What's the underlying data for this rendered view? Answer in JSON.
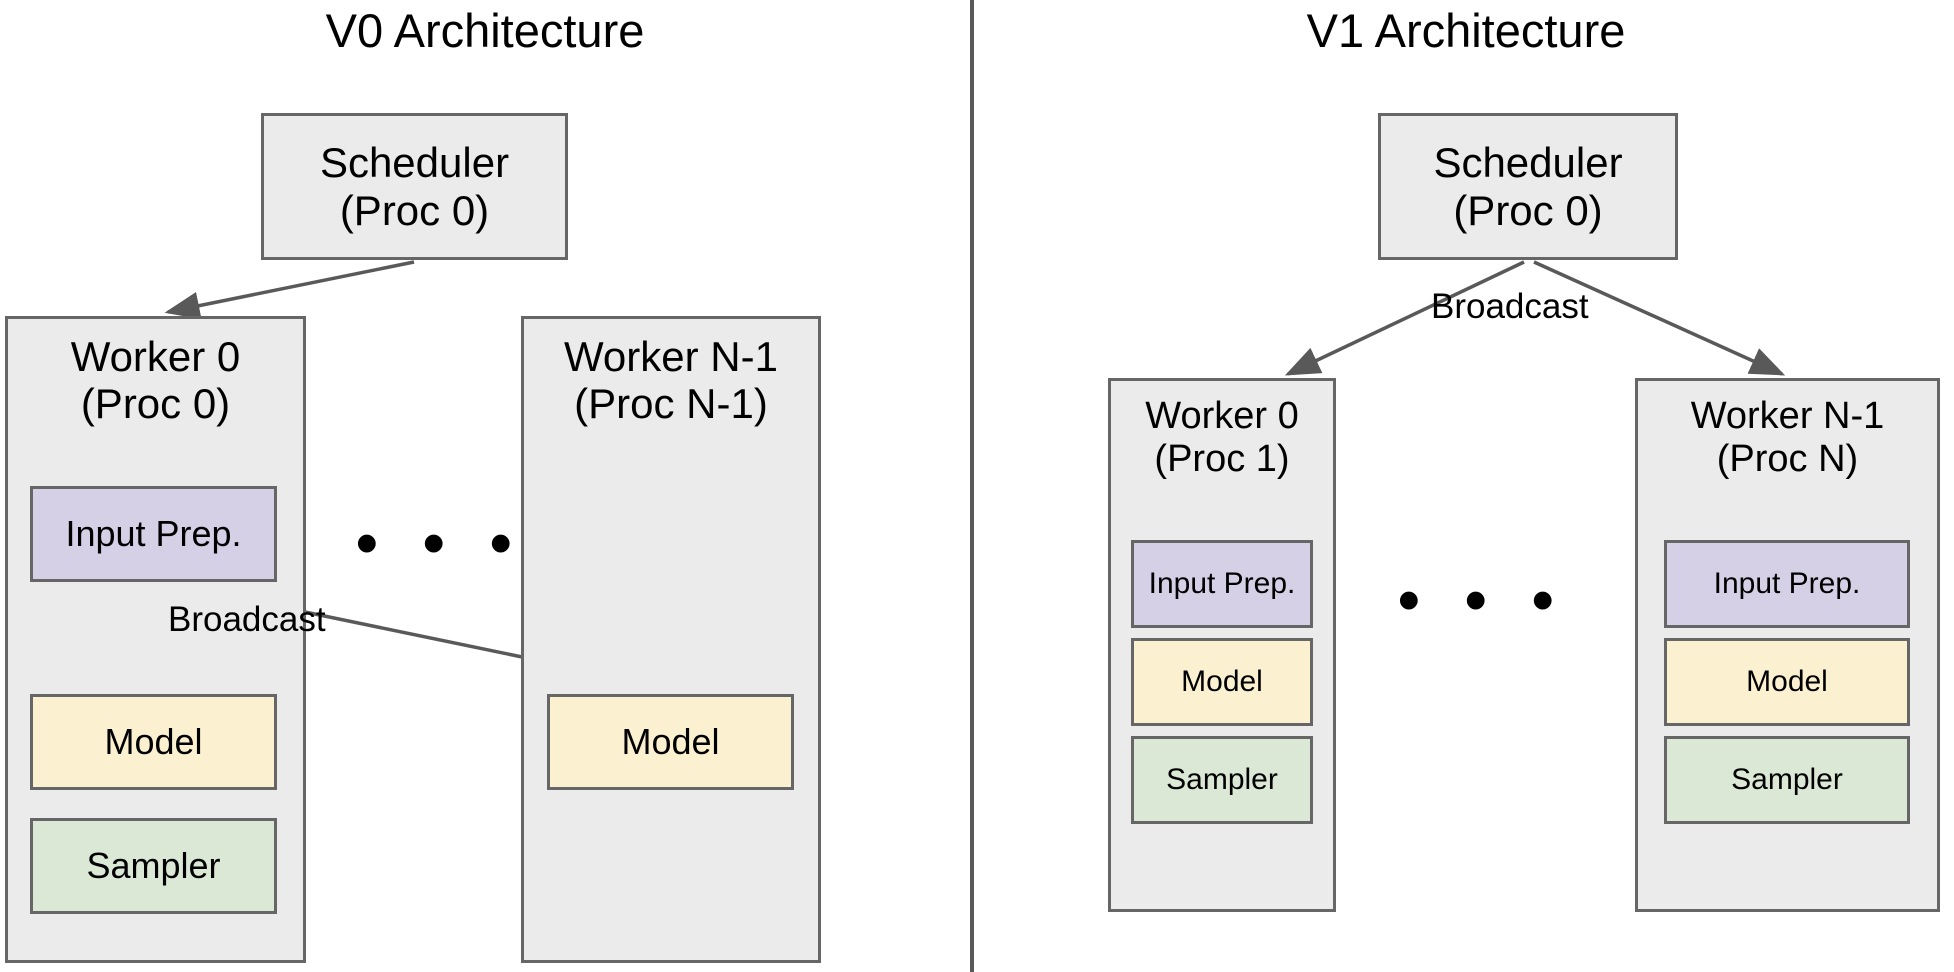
{
  "diagram": {
    "title_left": "V0 Architecture",
    "title_right": "V1 Architecture",
    "ellipsis": "• • •",
    "colors": {
      "box_fill": "#ebebeb",
      "box_border": "#666666",
      "input_prep_fill": "#d5d0e6",
      "model_fill": "#fbf0d0",
      "sampler_fill": "#dbe8d5",
      "arrow": "#595959",
      "divider": "#595959"
    }
  },
  "v0": {
    "title": "V0 Architecture",
    "scheduler": {
      "line1": "Scheduler",
      "line2": "(Proc 0)"
    },
    "workers": [
      {
        "line1": "Worker 0",
        "line2": "(Proc 0)",
        "components": [
          {
            "label": "Input Prep."
          },
          {
            "label": "Model"
          },
          {
            "label": "Sampler"
          }
        ]
      },
      {
        "line1": "Worker N-1",
        "line2": "(Proc N-1)",
        "components": [
          {
            "label": "Model"
          }
        ]
      }
    ],
    "broadcast_label": "Broadcast",
    "ellipsis": "• • •"
  },
  "v1": {
    "title": "V1 Architecture",
    "scheduler": {
      "line1": "Scheduler",
      "line2": "(Proc 0)"
    },
    "broadcast_label": "Broadcast",
    "workers": [
      {
        "line1": "Worker 0",
        "line2": "(Proc 1)",
        "components": [
          {
            "label": "Input Prep."
          },
          {
            "label": "Model"
          },
          {
            "label": "Sampler"
          }
        ]
      },
      {
        "line1": "Worker N-1",
        "line2": "(Proc N)",
        "components": [
          {
            "label": "Input Prep."
          },
          {
            "label": "Model"
          },
          {
            "label": "Sampler"
          }
        ]
      }
    ],
    "ellipsis": "• • •"
  }
}
